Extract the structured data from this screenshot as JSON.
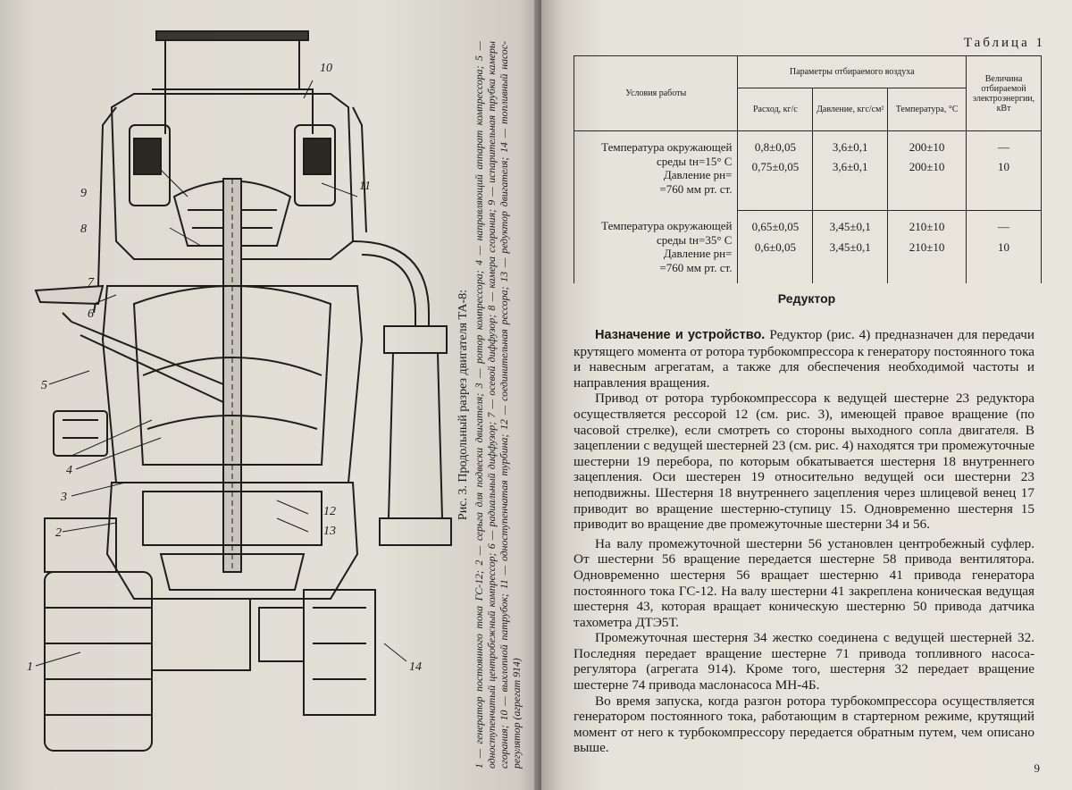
{
  "figure": {
    "callouts": [
      "1",
      "2",
      "3",
      "4",
      "5",
      "6",
      "7",
      "8",
      "9",
      "10",
      "11",
      "12",
      "13",
      "14"
    ],
    "caption_title": "Рис. 3. Продольный разрез двигателя ТА-8:",
    "caption_text": "1 — генератор постоянного тока ГС-12; 2 — серьга для подвески двигателя; 3 — ротор компрессора; 4 — направляющий аппарат компрессора; 5 — одноступенчатый центробежный компрессор; 6 — радиальный диффузор; 7 — осевой диффузор; 8 — камера сгорания; 9 — испарительная трубка камеры сгорания; 10 — выхлопной патрубок; 11 — одноступенчатая турбина; 12 — соединительная рессора; 13 — редуктор двигателя; 14 — топливный насос-регулятор (агрегат 914)"
  },
  "table": {
    "label": "Таблица 1",
    "headers": {
      "conditions": "Условия работы",
      "params_group": "Параметры отбираемого воздуха",
      "flow": "Расход, кг/с",
      "pressure": "Давление, кгс/см²",
      "temperature": "Температура, °С",
      "power": "Величина отбираемой электроэнергии, кВт"
    },
    "groups": [
      {
        "condition_lines": [
          "Температура окружающей",
          "среды tн=15° С",
          "Давление pн=",
          "=760 мм рт. ст."
        ],
        "rows": [
          {
            "flow": "0,8±0,05",
            "pressure": "3,6±0,1",
            "temperature": "200±10",
            "power": "—"
          },
          {
            "flow": "0,75±0,05",
            "pressure": "3,6±0,1",
            "temperature": "200±10",
            "power": "10"
          }
        ]
      },
      {
        "condition_lines": [
          "Температура окружающей",
          "среды tн=35° С",
          "Давление pн=",
          "=760 мм рт. ст."
        ],
        "rows": [
          {
            "flow": "0,65±0,05",
            "pressure": "3,45±0,1",
            "temperature": "210±10",
            "power": "—"
          },
          {
            "flow": "0,6±0,05",
            "pressure": "3,45±0,1",
            "temperature": "210±10",
            "power": "10"
          }
        ]
      }
    ]
  },
  "section": {
    "heading": "Редуктор",
    "lead": "Назначение и устройство.",
    "p1": "Редуктор (рис. 4) предназначен для передачи крутящего момента от ротора турбокомпрессора к генератору постоянного тока и навесным агрегатам, а также для обеспечения необходимой частоты и направления вращения.",
    "p2": "Привод от ротора турбокомпрессора к ведущей шестерне 23 редуктора осуществляется рессорой 12 (см. рис. 3), имеющей правое вращение (по часовой стрелке), если смотреть со стороны выходного сопла двигателя. В зацеплении с ведущей шестерней 23 (см. рис. 4) находятся три промежуточные шестерни 19 перебора, по которым обкатывается шестерня 18 внутреннего зацепления. Оси шестерен 19 относительно ведущей оси шестерни 23 неподвижны. Шестерня 18 внутреннего зацепления через шлицевой венец 17 приводит во вращение шестерню-ступицу 15. Одновременно шестерня 15 приводит во вращение две промежуточные шестерни 34 и 56.",
    "p3": "На валу промежуточной шестерни 56 установлен центробежный суфлер. От шестерни 56 вращение передается шестерне 58 привода вентилятора. Одновременно шестерня 56 вращает шестерню 41 привода генератора постоянного тока ГС-12. На валу шестерни 41 закреплена коническая ведущая шестерня 43, которая вращает коническую шестерню 50 привода датчика тахометра ДТЭ5Т.",
    "p4": "Промежуточная шестерня 34 жестко соединена с ведущей шестерней 32. Последняя передает вращение шестерне 71 привода топливного насоса-регулятора (агрегата 914). Кроме того, шестерня 32 передает вращение шестерне 74 привода маслонасоса МН-4Б.",
    "p5": "Во время запуска, когда разгон ротора турбокомпрессора осуществляется генератором постоянного тока, работающим в стартерном режиме, крутящий момент от него к турбокомпрессору передается обратным путем, чем описано выше."
  },
  "page_number": "9"
}
